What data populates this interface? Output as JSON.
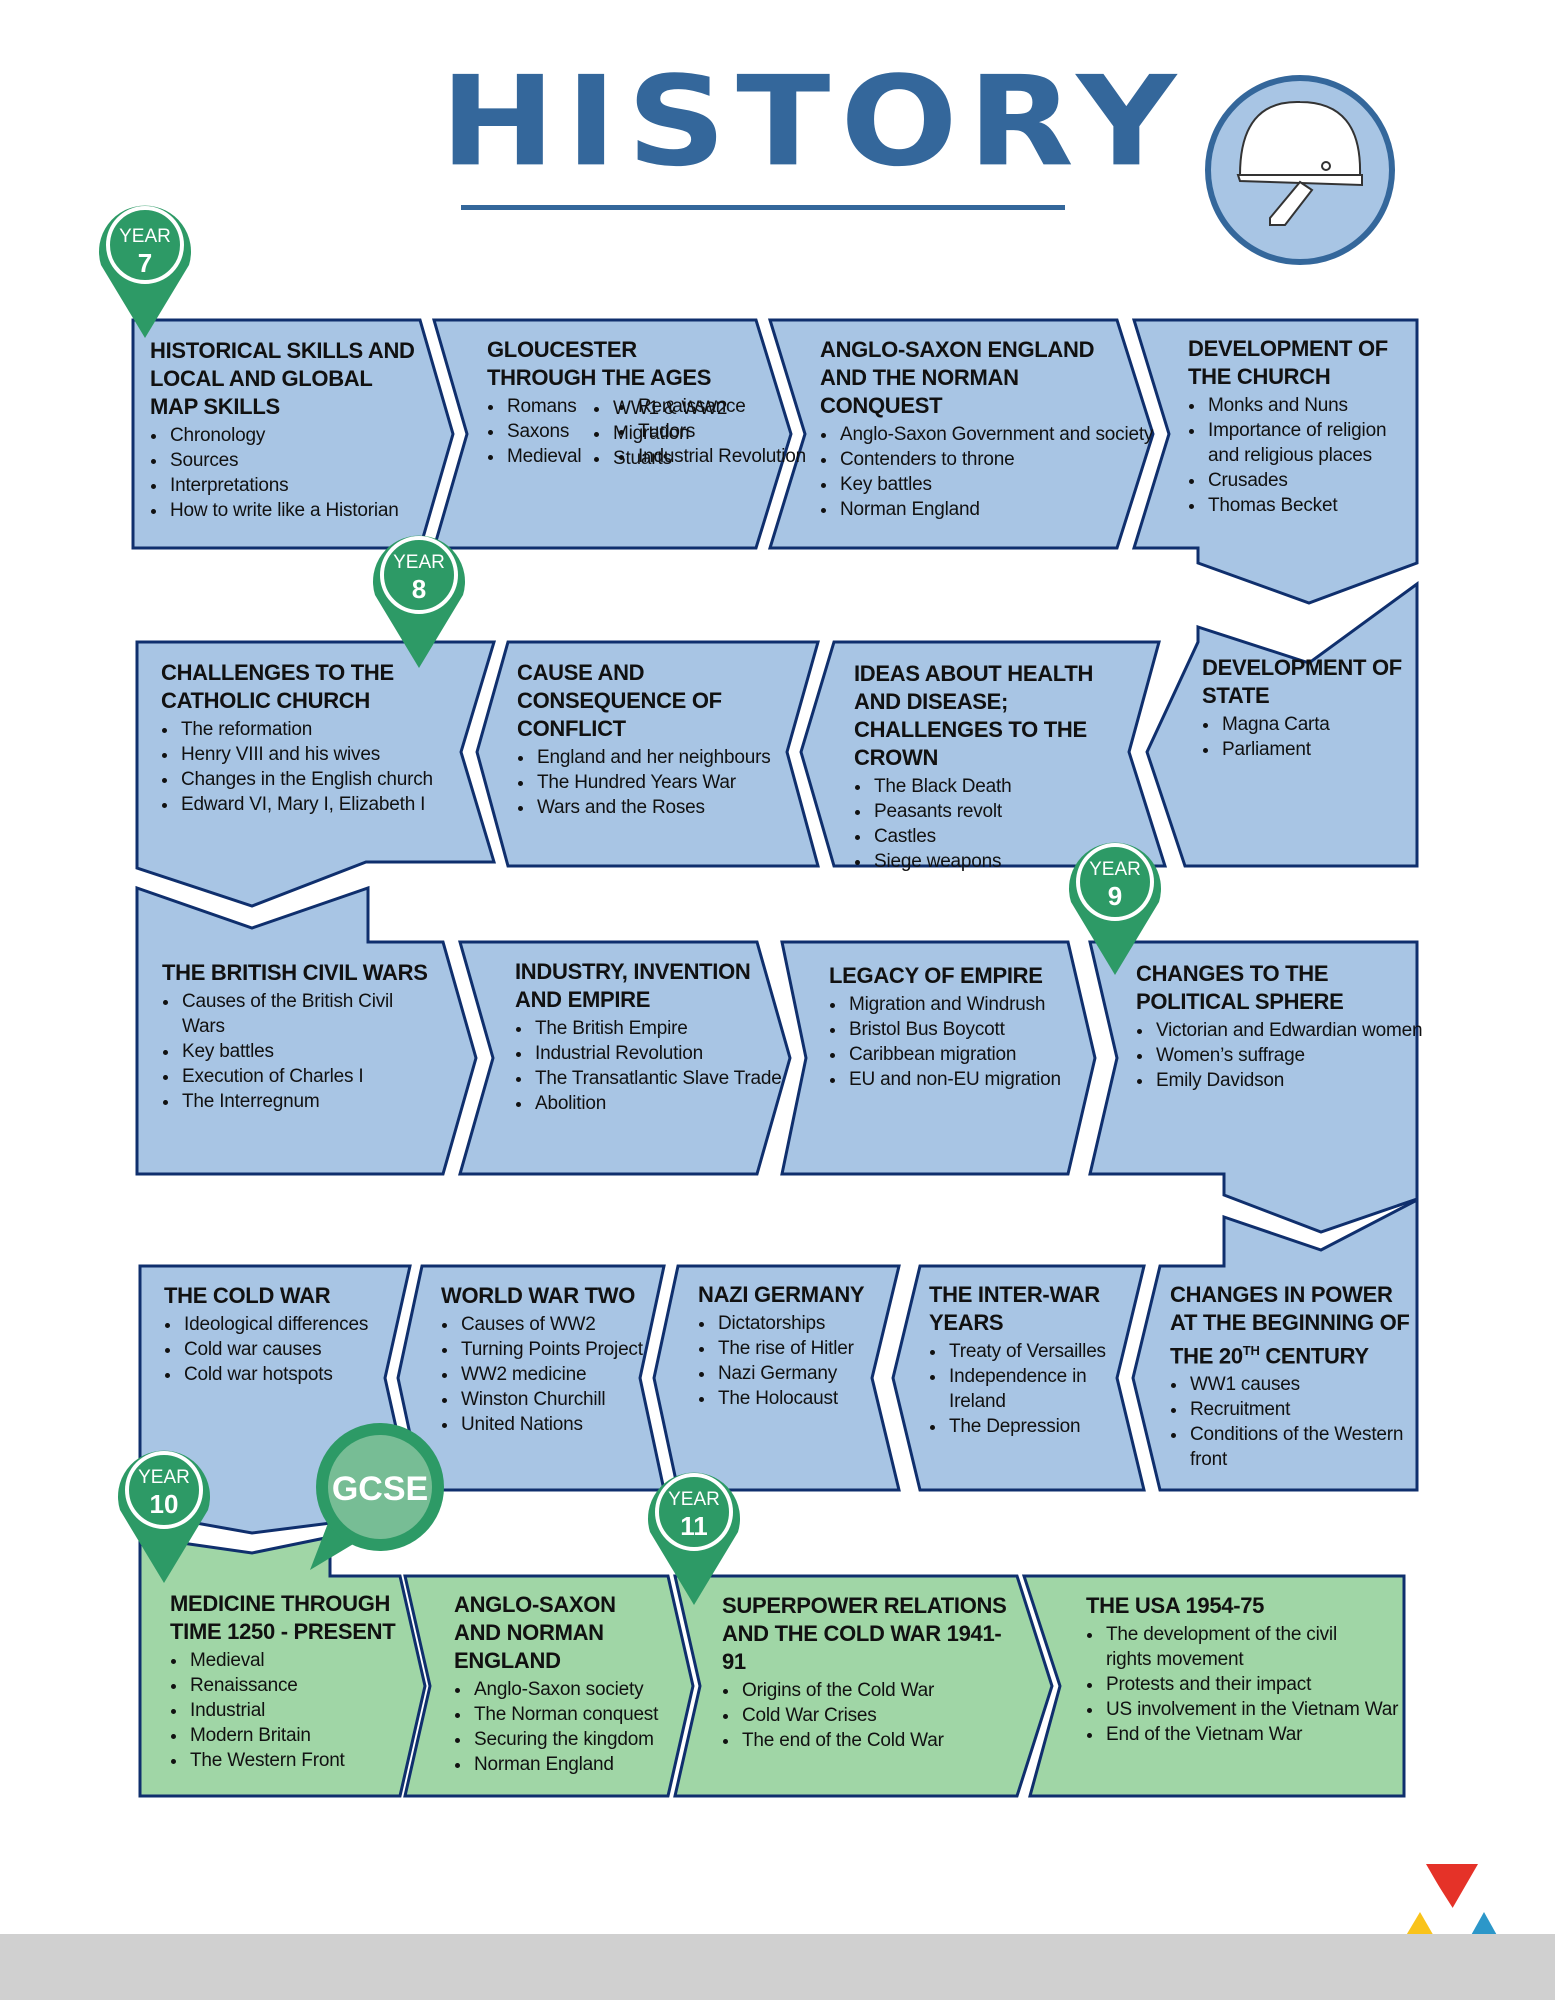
{
  "title": "HISTORY",
  "colors": {
    "ks3_fill": "#a8c5e4",
    "gcse_fill": "#a0d6a6",
    "outline": "#0f2f6d",
    "title": "#34679b",
    "pin": "#2d9a66"
  },
  "icons": {
    "badge": "helmet-icon",
    "logo": "tri-color-triangle-logo"
  },
  "year_markers": {
    "y7": {
      "label": "YEAR",
      "num": "7"
    },
    "y8": {
      "label": "YEAR",
      "num": "8"
    },
    "y9": {
      "label": "YEAR",
      "num": "9"
    },
    "y10": {
      "label": "YEAR",
      "num": "10"
    },
    "y11": {
      "label": "YEAR",
      "num": "11"
    },
    "gcse": {
      "label": "GCSE"
    }
  },
  "boxes": {
    "b1": {
      "title": "HISTORICAL SKILLS AND LOCAL AND GLOBAL MAP SKILLS",
      "items": [
        "Chronology",
        "Sources",
        "Interpretations",
        "How to write like a Historian"
      ]
    },
    "b2": {
      "title": "GLOUCESTER THROUGH THE AGES",
      "items": [
        "Romans",
        "Saxons",
        "Medieval",
        "Renaissance",
        "Tudors",
        "Industrial Revolution",
        "WW1 & WW2",
        "Migration",
        "Stuarts"
      ]
    },
    "b3": {
      "title": "ANGLO-SAXON ENGLAND AND THE NORMAN CONQUEST",
      "items": [
        "Anglo-Saxon Government and society",
        "Contenders to throne",
        "Key battles",
        "Norman England"
      ]
    },
    "b4": {
      "title": "DEVELOPMENT OF THE CHURCH",
      "items": [
        "Monks and Nuns",
        "Importance of religion and religious places",
        "Crusades",
        "Thomas Becket"
      ]
    },
    "b5": {
      "title": "DEVELOPMENT OF STATE",
      "items": [
        "Magna Carta",
        "Parliament"
      ]
    },
    "b6": {
      "title": "IDEAS ABOUT HEALTH AND DISEASE; CHALLENGES TO THE CROWN",
      "items": [
        "The Black Death",
        "Peasants revolt",
        "Castles",
        "Siege weapons"
      ]
    },
    "b7": {
      "title": "CAUSE AND CONSEQUENCE OF CONFLICT",
      "items": [
        "England and her neighbours",
        "The Hundred Years War",
        "Wars and the Roses"
      ]
    },
    "b8": {
      "title": "CHALLENGES TO THE CATHOLIC CHURCH",
      "items": [
        "The reformation",
        "Henry VIII and his wives",
        "Changes in the English church",
        "Edward VI, Mary I, Elizabeth I"
      ]
    },
    "b9": {
      "title": "THE BRITISH CIVIL WARS",
      "items": [
        "Causes of the British Civil Wars",
        "Key battles",
        "Execution of Charles I",
        "The Interregnum"
      ]
    },
    "b10": {
      "title": "INDUSTRY, INVENTION AND EMPIRE",
      "items": [
        "The British Empire",
        "Industrial Revolution",
        "The Transatlantic Slave Trade",
        "Abolition"
      ]
    },
    "b11": {
      "title": "LEGACY OF EMPIRE",
      "items": [
        "Migration and Windrush",
        "Bristol Bus Boycott",
        "Caribbean migration",
        "EU and non-EU migration"
      ]
    },
    "b12": {
      "title": "CHANGES TO THE POLITICAL SPHERE",
      "items": [
        "Victorian and Edwardian women",
        "Women’s suffrage",
        "Emily Davidson"
      ]
    },
    "b13": {
      "title_pre": "CHANGES IN POWER AT THE BEGINNING OF THE 20",
      "title_sup": "TH",
      "title_post": " CENTURY",
      "items": [
        "WW1 causes",
        "Recruitment",
        "Conditions of the Western front"
      ]
    },
    "b14": {
      "title": "THE INTER-WAR YEARS",
      "items": [
        "Treaty of Versailles",
        "Independence in Ireland",
        "The Depression"
      ]
    },
    "b15": {
      "title": "NAZI GERMANY",
      "items": [
        "Dictatorships",
        "The rise of Hitler",
        "Nazi Germany",
        "The Holocaust"
      ]
    },
    "b16": {
      "title": "WORLD WAR TWO",
      "items": [
        "Causes of WW2",
        "Turning Points Project",
        "WW2 medicine",
        "Winston Churchill",
        "United Nations"
      ]
    },
    "b17": {
      "title": "THE COLD WAR",
      "items": [
        "Ideological differences",
        "Cold war causes",
        "Cold war hotspots"
      ]
    },
    "b18": {
      "title": "MEDICINE THROUGH TIME 1250 - PRESENT",
      "items": [
        "Medieval",
        "Renaissance",
        "Industrial",
        "Modern Britain",
        "The Western Front"
      ]
    },
    "b19": {
      "title": "ANGLO-SAXON AND NORMAN ENGLAND",
      "items": [
        "Anglo-Saxon society",
        "The Norman conquest",
        "Securing the kingdom",
        "Norman England"
      ]
    },
    "b20": {
      "title": "SUPERPOWER RELATIONS AND THE COLD WAR 1941-91",
      "items": [
        "Origins of the Cold War",
        "Cold War Crises",
        "The end of the Cold War"
      ]
    },
    "b21": {
      "title": "THE USA 1954-75",
      "items": [
        "The development of the civil rights movement",
        "Protests and their impact",
        "US involvement in the Vietnam War",
        "End of the Vietnam War"
      ]
    }
  }
}
